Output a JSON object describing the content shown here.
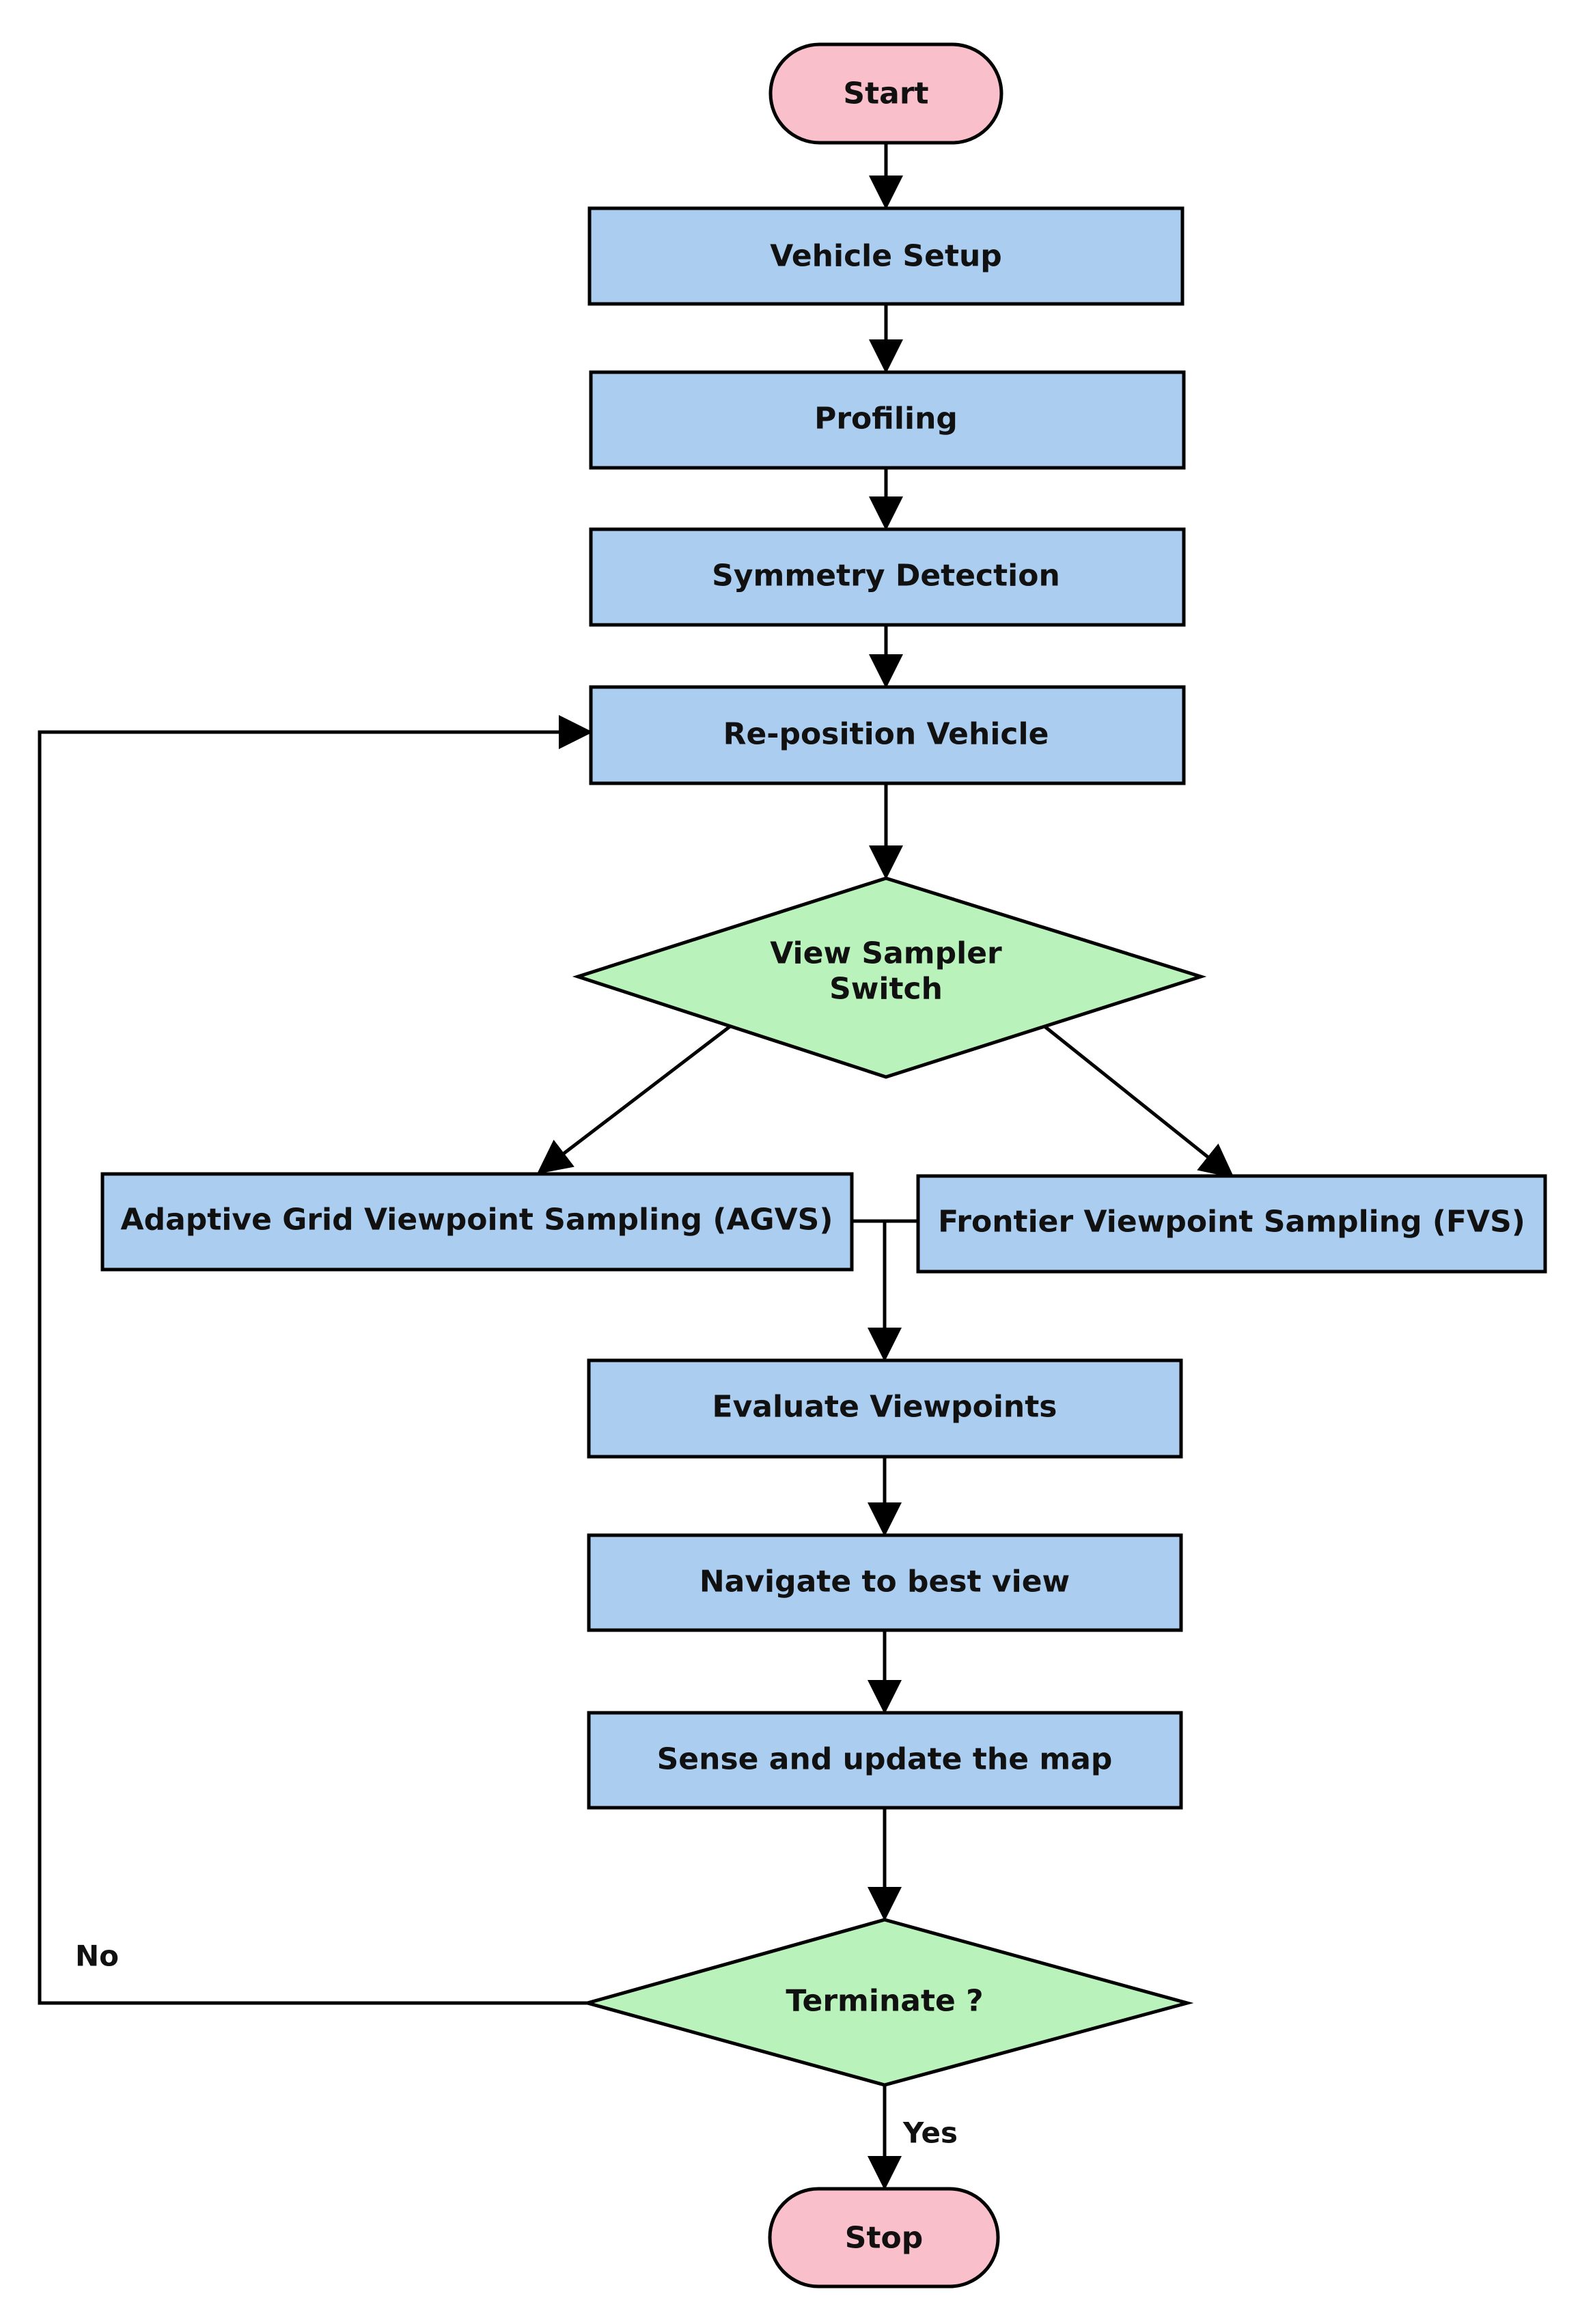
{
  "colors": {
    "terminal_fill": "#f9c0cb",
    "process_fill": "#abcdf0",
    "decision_fill": "#b9f2bb",
    "stroke": "#000000"
  },
  "nodes": {
    "start": "Start",
    "vehicle_setup": "Vehicle Setup",
    "profiling": "Profiling",
    "symmetry_detection": "Symmetry Detection",
    "reposition_vehicle": "Re-position Vehicle",
    "view_sampler_switch": [
      "View Sampler",
      "Switch"
    ],
    "agvs": "Adaptive Grid Viewpoint Sampling (AGVS)",
    "fvs": "Frontier Viewpoint Sampling (FVS)",
    "evaluate_viewpoints": "Evaluate Viewpoints",
    "navigate_best_view": "Navigate to best view",
    "sense_update_map": "Sense and update the map",
    "terminate": "Terminate ?",
    "stop": "Stop"
  },
  "edges": {
    "no_label": "No",
    "yes_label": "Yes"
  }
}
